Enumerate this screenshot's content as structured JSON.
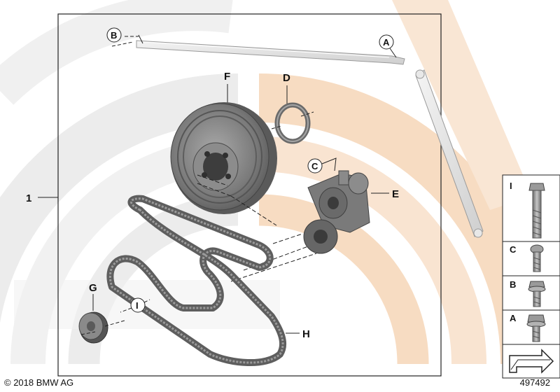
{
  "labels": {
    "main": "1",
    "pulley": "F",
    "seal": "D",
    "bolt_c": "C",
    "tensioner": "E",
    "bracket_b": "B",
    "bracket_a": "A",
    "cap": "G",
    "bolt_i": "I",
    "belt": "H"
  },
  "legend": {
    "items": [
      {
        "key": "I",
        "part": "long-hex-bolt"
      },
      {
        "key": "C",
        "part": "torx-bolt"
      },
      {
        "key": "B",
        "part": "flange-hex-bolt"
      },
      {
        "key": "A",
        "part": "collar-hex-bolt"
      }
    ],
    "last_cell": "nav-arrow"
  },
  "footer": {
    "copyright": "© 2018 BMW AG",
    "doc_number": "497492"
  },
  "colors": {
    "watermark_gray": "#e8e8e8",
    "watermark_peach": "#f7dcc2",
    "part_gray": "#7d7d7d",
    "part_dark": "#4a4a4a",
    "belt": "#6f6f6f",
    "frame": "#222222"
  }
}
